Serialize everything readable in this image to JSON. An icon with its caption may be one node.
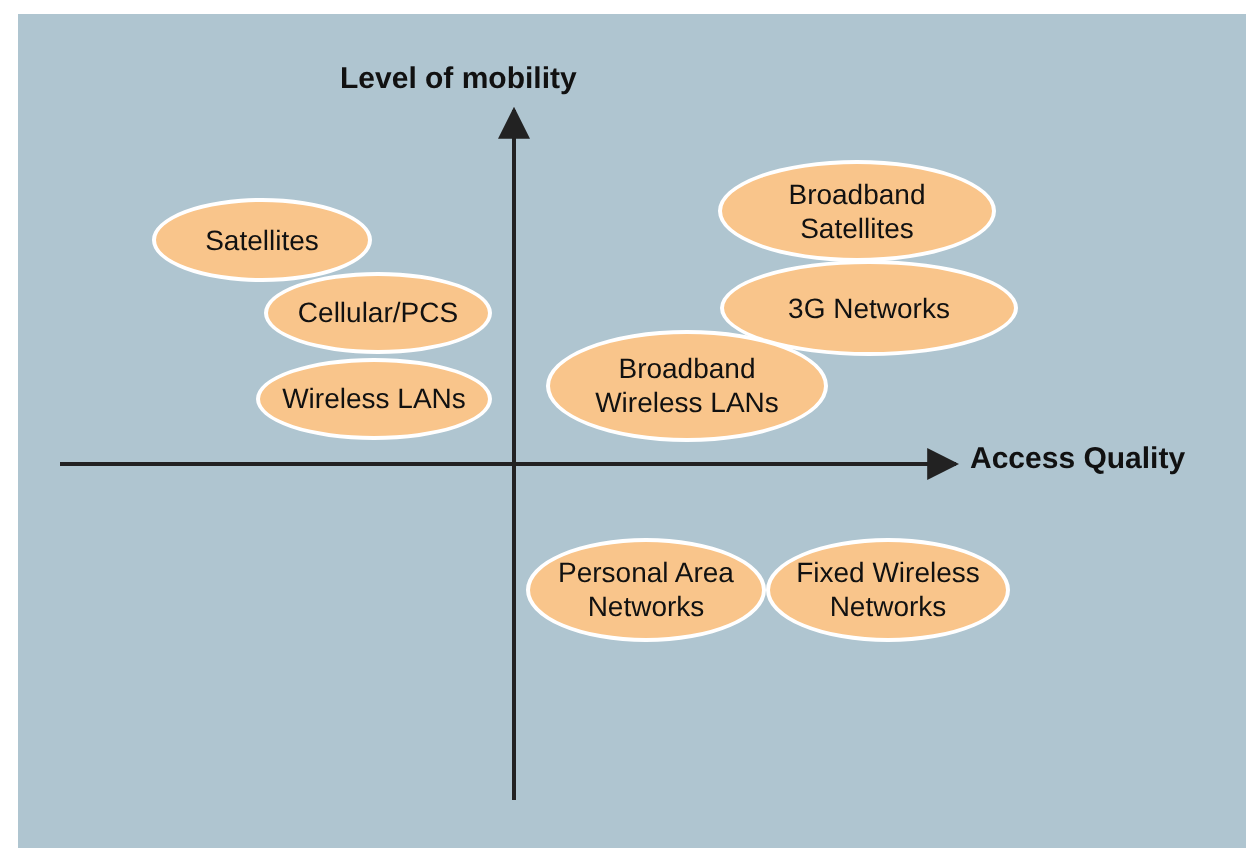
{
  "diagram": {
    "nodes": [
      {
        "text": [
          "Satellites"
        ]
      },
      {
        "text": [
          "Cellular/PCS"
        ]
      },
      {
        "text": [
          "Wireless LANs"
        ]
      },
      {
        "text": [
          "Broadband Satellites"
        ]
      },
      {
        "text": [
          "3G Networks"
        ]
      },
      {
        "text": [
          "Broadband Wireless LANs"
        ]
      },
      {
        "text": [
          "Personal Area Networks"
        ]
      },
      {
        "text": [
          "Fixed Wireless Networks"
        ]
      }
    ],
    "labels": [
      "Level of mobility",
      "Access Quality"
    ]
  }
}
